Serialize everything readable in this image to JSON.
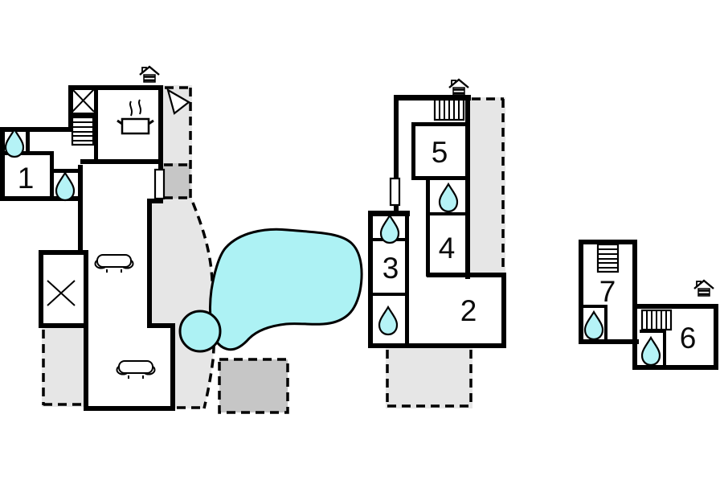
{
  "plan": {
    "background": "#ffffff",
    "buildings": {
      "main": {
        "rooms": [
          {
            "number": "1"
          }
        ]
      },
      "annex": {
        "rooms": [
          {
            "number": "5"
          },
          {
            "number": "4"
          },
          {
            "number": "3"
          },
          {
            "number": "2"
          }
        ]
      },
      "guest_house": {
        "rooms": [
          {
            "number": "7"
          },
          {
            "number": "6"
          }
        ]
      }
    },
    "colors": {
      "walls": "#000000",
      "terrace": "#e6e6e6",
      "patio": "#c6c6c6",
      "pool": "#adf2f4",
      "water_drop": "#b5f3f6",
      "room_fill": "#ffffff"
    },
    "icons": {
      "water_drop": "bathroom-water-drop",
      "stairs": "stairs",
      "stove": "kitchen-stove",
      "sofa": "sofa",
      "entrance": "house-entrance",
      "pool": "swimming-pool",
      "hot_tub": "hot-tub",
      "arrow": "entrance-arrow",
      "cross_box": "cross-marked-area"
    }
  }
}
